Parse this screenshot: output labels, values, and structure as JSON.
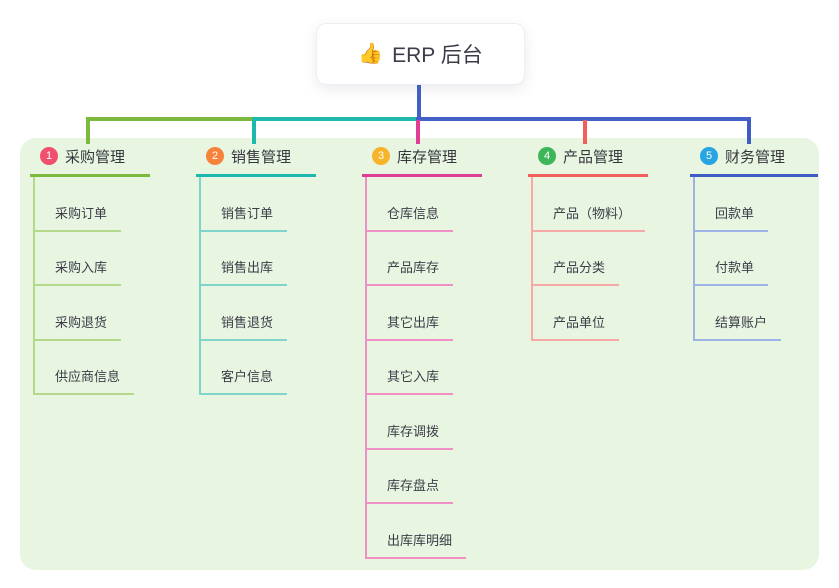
{
  "root": {
    "icon": "👍",
    "title": "ERP 后台"
  },
  "connectors": {
    "stem_color": "#4360c6",
    "segments": [
      {
        "color": "#7cb93f"
      },
      {
        "color": "#1fb8ac"
      },
      {
        "color": "#4360c6"
      }
    ]
  },
  "panel_color": "#e8f5e1",
  "branches": [
    {
      "num": "1",
      "label": "采购管理",
      "badge_color": "#f0506e",
      "line_color": "#7cb93f",
      "child_line_color": "#b4d98a",
      "children": [
        "采购订单",
        "采购入库",
        "采购退货",
        "供应商信息"
      ]
    },
    {
      "num": "2",
      "label": "销售管理",
      "badge_color": "#f6823c",
      "line_color": "#1fb8ac",
      "child_line_color": "#7fd5cb",
      "children": [
        "销售订单",
        "销售出库",
        "销售退货",
        "客户信息"
      ]
    },
    {
      "num": "3",
      "label": "库存管理",
      "badge_color": "#f7b32a",
      "line_color": "#df3d96",
      "child_line_color": "#ee90c5",
      "children": [
        "仓库信息",
        "产品库存",
        "其它出库",
        "其它入库",
        "库存调拨",
        "库存盘点",
        "出库库明细"
      ]
    },
    {
      "num": "4",
      "label": "产品管理",
      "badge_color": "#3eb558",
      "line_color": "#f25d5d",
      "child_line_color": "#f8a8a6",
      "children": [
        "产品（物料）",
        "产品分类",
        "产品单位"
      ]
    },
    {
      "num": "5",
      "label": "财务管理",
      "badge_color": "#27a5e2",
      "line_color": "#3f5bc4",
      "child_line_color": "#9db3e6",
      "children": [
        "回款单",
        "付款单",
        "结算账户"
      ]
    }
  ]
}
